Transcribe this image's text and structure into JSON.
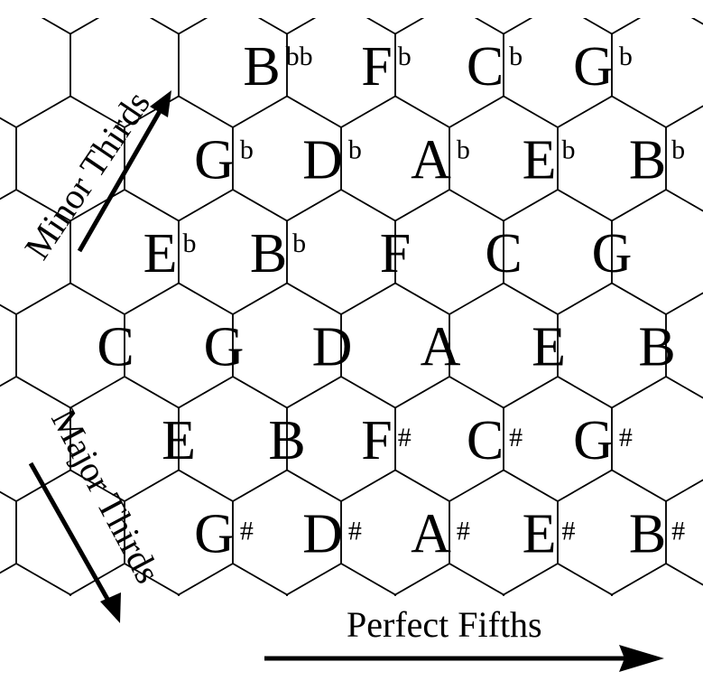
{
  "diagram": {
    "axes": {
      "minor_thirds": "Minor Thirds",
      "major_thirds": "Major Thirds",
      "perfect_fifths": "Perfect Fifths"
    },
    "grid": [
      [
        "B|bb",
        "F|b",
        "C|b",
        "G|b"
      ],
      [
        "G|b",
        "D|b",
        "A|b",
        "E|b",
        "B|b"
      ],
      [
        "E|b",
        "B|b",
        "F|",
        "C|",
        "G|"
      ],
      [
        "C|",
        "G|",
        "D|",
        "A|",
        "E|",
        "B|"
      ],
      [
        "E|",
        "B|",
        "F|#",
        "C|#",
        "G|#"
      ],
      [
        "G|#",
        "D|#",
        "A|#",
        "E|#",
        "B|#"
      ]
    ]
  }
}
